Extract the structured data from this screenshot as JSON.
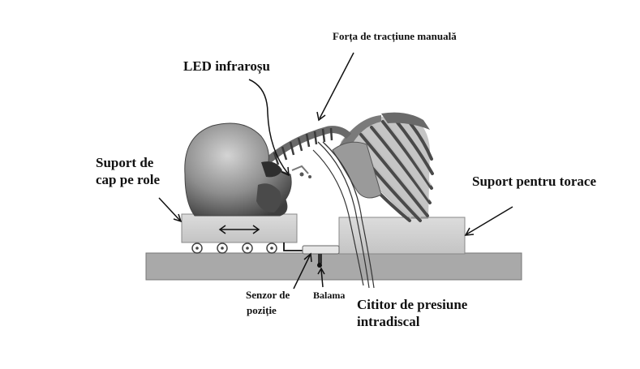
{
  "labels": {
    "traction_force": "Forța de tracțiune manuală",
    "infrared_led": "LED infraroșu",
    "head_support_line1": "Suport de",
    "head_support_line2": "cap pe role",
    "thorax_support": "Suport pentru torace",
    "position_sensor_line1": "Senzor de",
    "position_sensor_line2": "poziție",
    "hinge": "Balama",
    "pressure_reader_line1": "Cititor de presiune",
    "pressure_reader_line2": "intradiscal"
  },
  "colors": {
    "base_plate": "#a9a9a9",
    "support_block": "#cfcfcf",
    "bone": "#8c8c8c",
    "line": "#111111"
  }
}
